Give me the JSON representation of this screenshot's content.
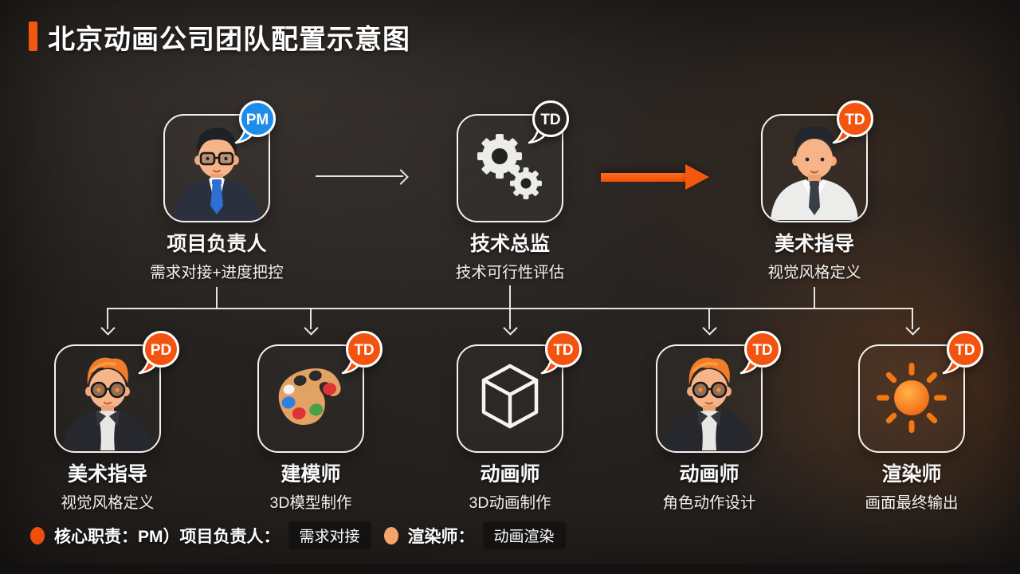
{
  "title": "北京动画公司团队配置示意图",
  "accent_color": "#f2590e",
  "top_nodes": [
    {
      "label": "项目负责人",
      "sublabel": "需求对接+进度把控",
      "badge": "PM",
      "badge_color": "#1d8de9",
      "icon": "pm-avatar"
    },
    {
      "label": "技术总监",
      "sublabel": "技术可行性评估",
      "badge": "TD",
      "badge_color": "#282420",
      "icon": "gears"
    },
    {
      "label": "美术指导",
      "sublabel": "视觉风格定义",
      "badge": "TD",
      "badge_color": "#f2540f",
      "icon": "art-director-avatar"
    }
  ],
  "bottom_nodes": [
    {
      "label": "美术指导",
      "sublabel": "视觉风格定义",
      "badge": "PD",
      "badge_color": "#f2540f",
      "icon": "orange-hair-avatar"
    },
    {
      "label": "建模师",
      "sublabel": "3D模型制作",
      "badge": "TD",
      "badge_color": "#f2540f",
      "icon": "palette"
    },
    {
      "label": "动画师",
      "sublabel": "3D动画制作",
      "badge": "TD",
      "badge_color": "#f2540f",
      "icon": "cube"
    },
    {
      "label": "动画师",
      "sublabel": "角色动作设计",
      "badge": "TD",
      "badge_color": "#f2540f",
      "icon": "orange-hair-avatar"
    },
    {
      "label": "渲染师",
      "sublabel": "画面最终输出",
      "badge": "TD",
      "badge_color": "#f2540f",
      "icon": "sun"
    }
  ],
  "legend": [
    {
      "dot_color": "#ef4f0d",
      "label": "核心职责：PM）项目负责人：",
      "chip": "需求对接"
    },
    {
      "dot_color": "#f6a469",
      "label": "渲染师：",
      "chip": "动画渲染"
    }
  ]
}
